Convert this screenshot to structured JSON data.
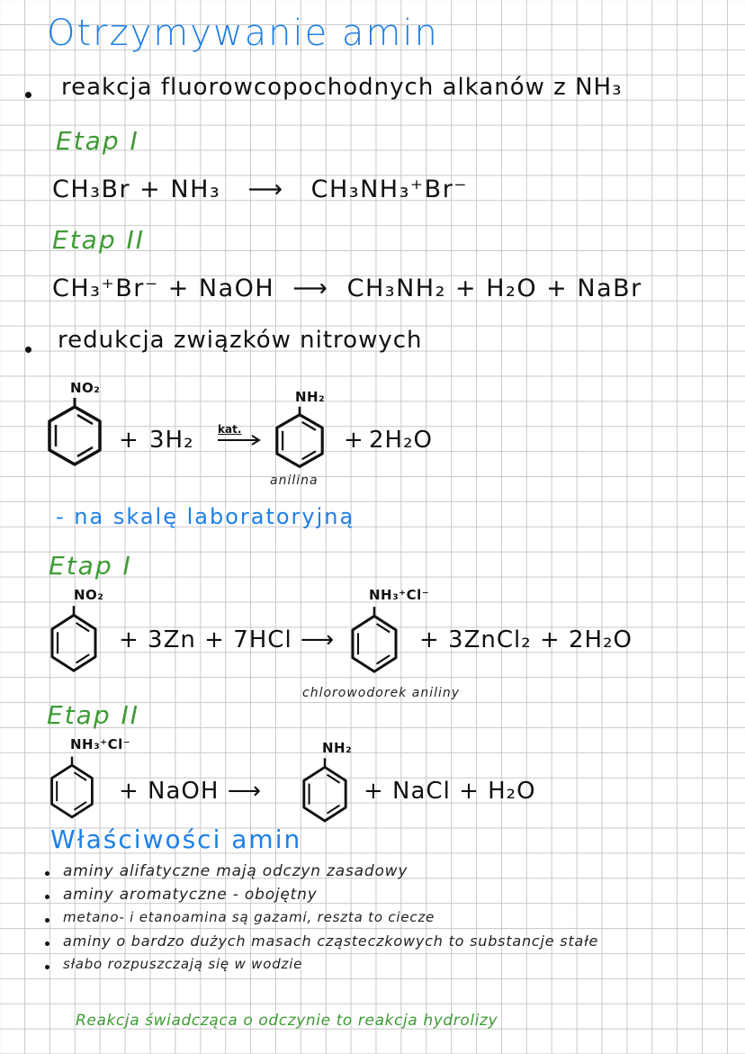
{
  "page": {
    "title": "Otrzymywanie amin",
    "colors": {
      "title_blue": "#1e7fe6",
      "etap_green": "#3e9b34",
      "ink": "#111111",
      "grid": "#c9c9c9"
    }
  },
  "section1": {
    "bullet": "reakcja fluorowcopochodnych alkanów z NH₃",
    "etap1": {
      "label": "Etap I",
      "equation": {
        "reactants": "CH₃Br + NH₃",
        "arrow": "⟶",
        "products": "CH₃NH₃⁺Br⁻"
      }
    },
    "etap2": {
      "label": "Etap II",
      "equation": {
        "reactants": "CH₃⁺Br⁻ + NaOH",
        "arrow": "⟶",
        "products": "CH₃NH₂ + H₂O + NaBr"
      }
    }
  },
  "section2": {
    "bullet": "redukcja związków nitrowych",
    "reaction": {
      "reactant_substituent": "NO₂",
      "plus1": "+",
      "reagent": "3H₂",
      "arrow_label": "kat.",
      "product_substituent": "NH₂",
      "product_name": "anilina",
      "plus2": "+",
      "byproduct": "2H₂O"
    }
  },
  "section3": {
    "heading": "- na skalę laboratoryjną",
    "etap1": {
      "label": "Etap I",
      "reactant_substituent": "NO₂",
      "middle": "+ 3Zn + 7HCl ⟶",
      "product_substituent": "NH₃⁺Cl⁻",
      "byproducts": "+ 3ZnCl₂ + 2H₂O",
      "product_name": "chlorowodorek aniliny"
    },
    "etap2": {
      "label": "Etap II",
      "reactant_substituent": "NH₃⁺Cl⁻",
      "middle": "+ NaOH ⟶",
      "product_substituent": "NH₂",
      "byproducts": "+ NaCl + H₂O"
    }
  },
  "section4": {
    "heading": "Właściwości amin",
    "items": [
      "aminy alifatyczne mają odczyn zasadowy",
      "aminy aromatyczne - obojętny",
      "metano- i etanoamina są gazami, reszta to ciecze",
      "aminy o bardzo dużych masach cząsteczkowych to substancje stałe",
      "słabo rozpuszczają się w wodzie"
    ],
    "footnote": "Reakcja świadcząca o odczynie to reakcja hydrolizy"
  }
}
